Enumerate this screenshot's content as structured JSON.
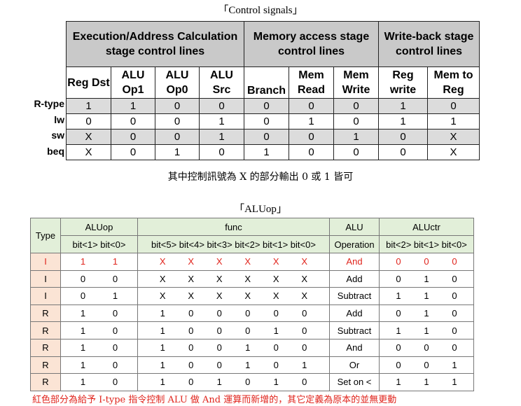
{
  "control": {
    "title": "「Control signals」",
    "groups": [
      "Execution/Address Calculation stage control lines",
      "Memory access stage control lines",
      "Write-back stage control lines"
    ],
    "columns": [
      "Reg Dst",
      "ALU Op1",
      "ALU Op0",
      "ALU Src",
      "Branch",
      "Mem Read",
      "Mem Write",
      "Reg write",
      "Mem to Reg"
    ],
    "rows": [
      {
        "label": "R-type",
        "values": [
          "1",
          "1",
          "0",
          "0",
          "0",
          "0",
          "0",
          "1",
          "0"
        ]
      },
      {
        "label": "lw",
        "values": [
          "0",
          "0",
          "0",
          "1",
          "0",
          "1",
          "0",
          "1",
          "1"
        ]
      },
      {
        "label": "sw",
        "values": [
          "X",
          "0",
          "0",
          "1",
          "0",
          "0",
          "1",
          "0",
          "X"
        ]
      },
      {
        "label": "beq",
        "values": [
          "X",
          "0",
          "1",
          "0",
          "1",
          "0",
          "0",
          "0",
          "X"
        ]
      }
    ],
    "note": "其中控制訊號為 X 的部分輸出 0 或 1 皆可"
  },
  "aluop": {
    "title": "「ALUop」",
    "headers": {
      "type": "Type",
      "aluop": "ALUop",
      "func": "func",
      "alu1": "ALU",
      "alu2": "Operation",
      "aluctr": "ALUctr",
      "aluop_bits": "bit<1> bit<0>",
      "func_bits": "bit<5> bit<4> bit<3> bit<2> bit<1> bit<0>",
      "aluctr_bits": "bit<2> bit<1> bit<0>"
    },
    "rows": [
      {
        "type": "I",
        "aluop": [
          "1",
          "1"
        ],
        "func": [
          "X",
          "X",
          "X",
          "X",
          "X",
          "X"
        ],
        "op": "And",
        "ctr": [
          "0",
          "0",
          "0"
        ],
        "highlight": true
      },
      {
        "type": "I",
        "aluop": [
          "0",
          "0"
        ],
        "func": [
          "X",
          "X",
          "X",
          "X",
          "X",
          "X"
        ],
        "op": "Add",
        "ctr": [
          "0",
          "1",
          "0"
        ]
      },
      {
        "type": "I",
        "aluop": [
          "0",
          "1"
        ],
        "func": [
          "X",
          "X",
          "X",
          "X",
          "X",
          "X"
        ],
        "op": "Subtract",
        "ctr": [
          "1",
          "1",
          "0"
        ]
      },
      {
        "type": "R",
        "aluop": [
          "1",
          "0"
        ],
        "func": [
          "1",
          "0",
          "0",
          "0",
          "0",
          "0"
        ],
        "op": "Add",
        "ctr": [
          "0",
          "1",
          "0"
        ]
      },
      {
        "type": "R",
        "aluop": [
          "1",
          "0"
        ],
        "func": [
          "1",
          "0",
          "0",
          "0",
          "1",
          "0"
        ],
        "op": "Subtract",
        "ctr": [
          "1",
          "1",
          "0"
        ]
      },
      {
        "type": "R",
        "aluop": [
          "1",
          "0"
        ],
        "func": [
          "1",
          "0",
          "0",
          "1",
          "0",
          "0"
        ],
        "op": "And",
        "ctr": [
          "0",
          "0",
          "0"
        ]
      },
      {
        "type": "R",
        "aluop": [
          "1",
          "0"
        ],
        "func": [
          "1",
          "0",
          "0",
          "1",
          "0",
          "1"
        ],
        "op": "Or",
        "ctr": [
          "0",
          "0",
          "1"
        ]
      },
      {
        "type": "R",
        "aluop": [
          "1",
          "0"
        ],
        "func": [
          "1",
          "0",
          "1",
          "0",
          "1",
          "0"
        ],
        "op": "Set on <",
        "ctr": [
          "1",
          "1",
          "1"
        ]
      }
    ],
    "note": "紅色部分為給予 I-type 指令控制 ALU 做 And 運算而新增的，其它定義為原本的並無更動",
    "highlight_color": "#e0241c"
  }
}
